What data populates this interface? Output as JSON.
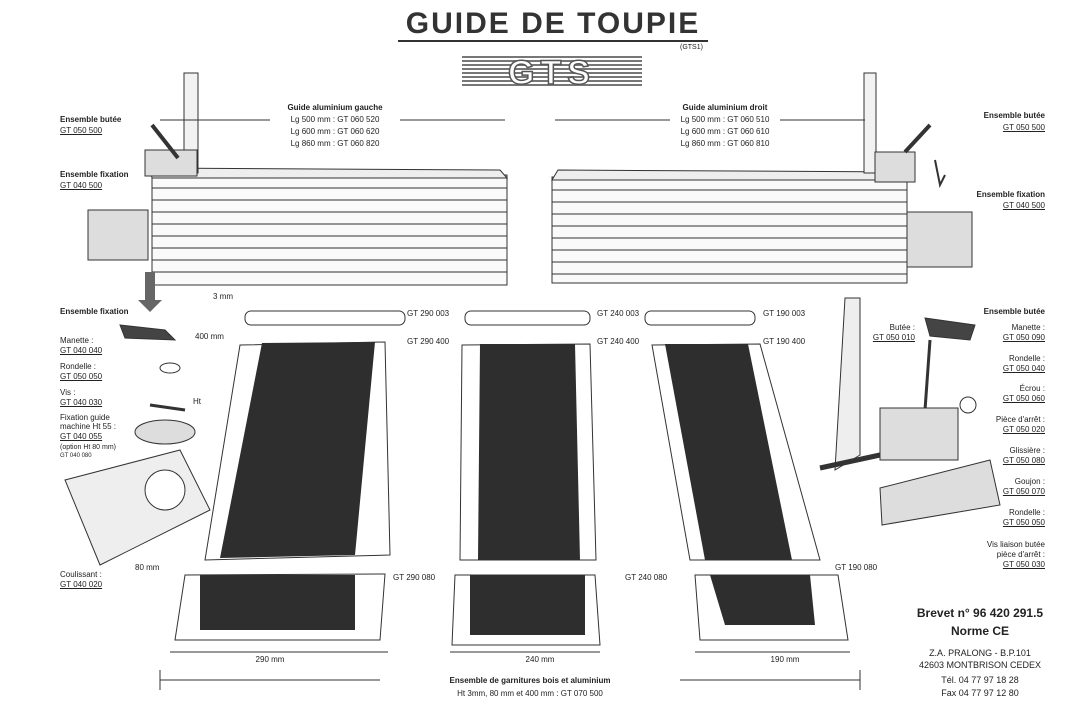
{
  "header": {
    "title": "GUIDE DE TOUPIE",
    "code": "(GTS1)",
    "logo": "GTS"
  },
  "left_guide": {
    "title": "Guide aluminium gauche",
    "lengths": [
      "Lg 500 mm : GT 060 520",
      "Lg 600 mm : GT 060 620",
      "Lg 860 mm : GT 060 820"
    ]
  },
  "right_guide": {
    "title": "Guide aluminium droit",
    "lengths": [
      "Lg 500 mm : GT 060 510",
      "Lg 600 mm : GT 060 610",
      "Lg 860 mm : GT 060 810"
    ]
  },
  "left_labels": {
    "butee_title": "Ensemble butée",
    "butee_code": "GT 050 500",
    "fixation_title": "Ensemble fixation",
    "fixation_code": "GT 040 500",
    "fixation2_title": "Ensemble fixation",
    "manette": "Manette :",
    "manette_code": "GT 040 040",
    "rondelle": "Rondelle :",
    "rondelle_code": "GT 050 050",
    "vis": "Vis :",
    "vis_code": "GT 040 030",
    "fixation_guide": "Fixation guide",
    "machine": "machine Ht 55 :",
    "machine_code": "GT 040 055",
    "option": "(option Ht 80 mm)",
    "option_code": "GT 040 080",
    "coulissant": "Coulissant :",
    "coulissant_code": "GT 040 020",
    "ht": "Ht"
  },
  "right_labels": {
    "butee_title": "Ensemble butée",
    "butee_code": "GT 050 500",
    "fixation_title": "Ensemble fixation",
    "fixation_code": "GT 040 500",
    "butee2_title": "Ensemble butée",
    "butee": "Butée :",
    "butee_code2": "GT 050 010",
    "manette": "Manette :",
    "manette_code": "GT 050 090",
    "rondelle": "Rondelle :",
    "rondelle_code": "GT 050 040",
    "ecrou": "Écrou :",
    "ecrou_code": "GT 050 060",
    "piece": "Pièce d'arrêt :",
    "piece_code": "GT 050 020",
    "glissiere": "Glissière :",
    "glissiere_code": "GT 050 080",
    "goujon": "Goujon :",
    "goujon_code": "GT 050 070",
    "rondelle2": "Rondelle :",
    "rondelle2_code": "GT 050 050",
    "vis": "Vis liaison butée",
    "vis2": "pièce d'arrêt :",
    "vis_code": "GT 050 030"
  },
  "garnitures": {
    "dim_3mm": "3 mm",
    "dim_400mm": "400 mm",
    "dim_80mm": "80 mm",
    "codes_3mm": [
      "GT 290 003",
      "GT 240 003",
      "GT 190 003"
    ],
    "codes_400": [
      "GT 290 400",
      "GT 240 400",
      "GT 190 400"
    ],
    "codes_80": [
      "GT 290 080",
      "GT 240 080",
      "GT 190 080"
    ],
    "widths": [
      "290 mm",
      "240 mm",
      "190 mm"
    ],
    "title": "Ensemble de garnitures bois et aluminium",
    "subtitle": "Ht 3mm, 80 mm et 400 mm : GT 070 500"
  },
  "footer": {
    "brevet": "Brevet n° 96 420 291.5",
    "norme": "Norme",
    "ce": "CE",
    "address": [
      "Z.A. PRALONG - B.P.101",
      "42603 MONTBRISON CEDEX",
      "Tél. 04 77 97 18 28",
      "Fax 04 77 97 12 80"
    ]
  }
}
